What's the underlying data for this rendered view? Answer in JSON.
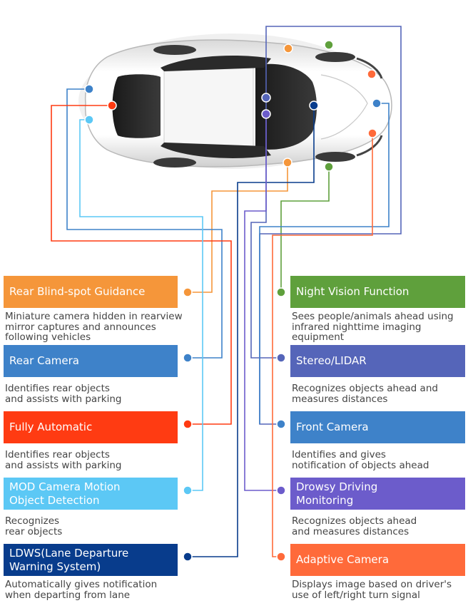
{
  "colors": {
    "orange": "#F5963A",
    "blue": "#3E82C9",
    "red": "#FF3B12",
    "light_blue": "#5CC8F5",
    "navy": "#083C8C",
    "green": "#5FA03C",
    "indigo": "#5565B9",
    "purple": "#6C5CCB",
    "coral": "#FF6A3A"
  },
  "features": {
    "rear_blind_spot": {
      "title": "Rear Blind-spot Guidance",
      "desc": "Miniature camera hidden in rearview\nmirror captures and announces\nfollowing vehicles"
    },
    "rear_camera": {
      "title": "Rear Camera",
      "desc": "Identifies rear objects\nand assists with parking"
    },
    "fully_automatic": {
      "title": "Fully Automatic",
      "desc": "Identifies rear objects\nand assists with parking"
    },
    "mod_camera": {
      "title": "MOD Camera Motion\nObject Detection",
      "desc": "Recognizes\nrear objects"
    },
    "ldws": {
      "title": "LDWS(Lane Departure\nWarning System)",
      "desc": "Automatically gives notification\nwhen departing from lane"
    },
    "night_vision": {
      "title": "Night Vision Function",
      "desc": "Sees people/animals ahead using\ninfrared nighttime imaging\nequipment"
    },
    "stereo_lidar": {
      "title": "Stereo/LIDAR",
      "desc": "Recognizes objects ahead and\nmeasures distances"
    },
    "front_camera": {
      "title": "Front Camera",
      "desc": "Identifies and gives\nnotification of objects ahead"
    },
    "drowsy_driving": {
      "title": "Drowsy Driving\nMonitoring",
      "desc": "Recognizes objects ahead\nand measures distances"
    },
    "adaptive_camera": {
      "title": "Adaptive Camera",
      "desc": "Displays image based on driver's\nuse of left/right turn signal"
    }
  }
}
